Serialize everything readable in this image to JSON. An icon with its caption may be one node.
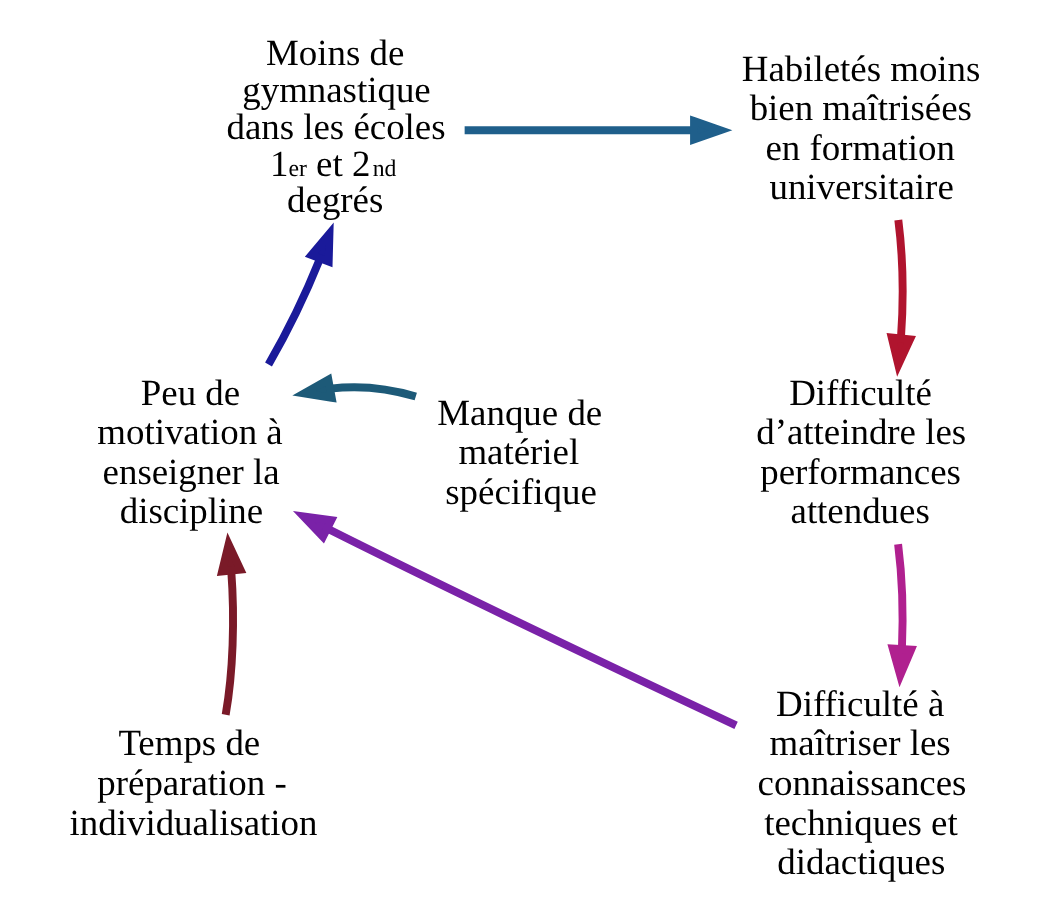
{
  "diagram": {
    "nodes": [
      {
        "text": [
          "Moins de gymnastique dans les écoles 1$^{er}$ et 2$^{nd}$ degrés"
        ]
      },
      {
        "text": [
          "Habiletés moins bien maîtrisées en formation universitaire"
        ]
      },
      {
        "text": [
          "Difficulté d’atteindre les performances attendues"
        ]
      },
      {
        "text": [
          "Difficulté à maîtriser les connaissances techniques et didactiques"
        ]
      },
      {
        "text": [
          "Peu de motivation à enseigner la discipline"
        ]
      },
      {
        "text": [
          "Manque de matériel spécifique"
        ]
      },
      {
        "text": [
          "Temps de préparation - individualisation"
        ]
      }
    ],
    "edges": [
      {
        "from": 0,
        "to": 1,
        "arrow": "to",
        "color": "#1f5f8b"
      },
      {
        "from": 1,
        "to": 2,
        "arrow": "to",
        "color": "#b0142e"
      },
      {
        "from": 2,
        "to": 3,
        "arrow": "to",
        "color": "#b0208f"
      },
      {
        "from": 3,
        "to": 4,
        "arrow": "to",
        "color": "#7a22a8"
      },
      {
        "from": 4,
        "to": 0,
        "arrow": "to",
        "color": "#1a1a9a"
      },
      {
        "from": 5,
        "to": 4,
        "arrow": "to",
        "color": "#1d5a78"
      },
      {
        "from": 6,
        "to": 4,
        "arrow": "to",
        "color": "#7a1a28"
      }
    ]
  }
}
